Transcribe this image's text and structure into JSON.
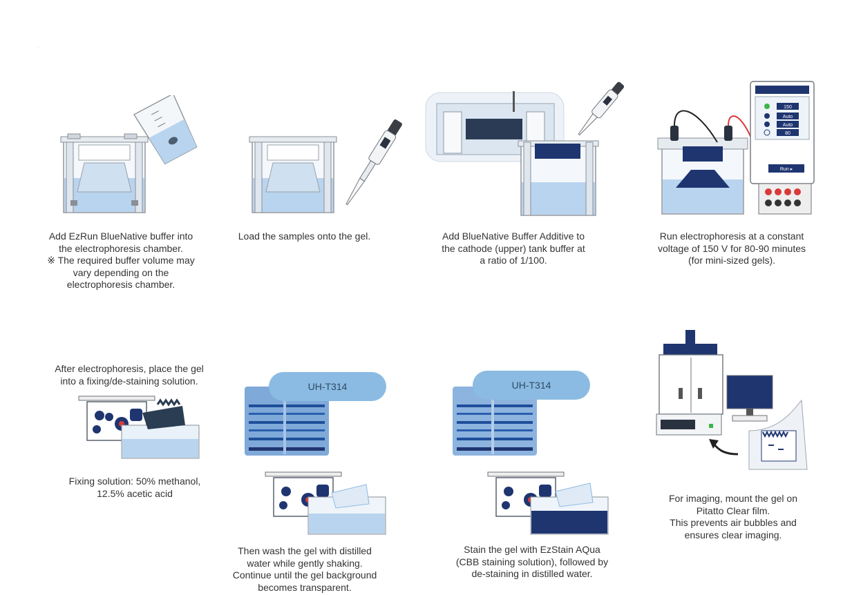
{
  "colors": {
    "buffer_light": "#b9d4ee",
    "buffer_mid": "#9cc1e6",
    "navy": "#1f3570",
    "gel_blue": "#2a5fae",
    "badge_bg": "#8bbbe2",
    "frame_gray": "#8a8f96",
    "red_wire": "#d83a3a"
  },
  "steps": [
    {
      "id": "s1",
      "caption": "Add EzRun BlueNative buffer into\nthe electrophoresis chamber.\n※ The required buffer volume may\nvary depending on the\nelectrophoresis chamber."
    },
    {
      "id": "s2",
      "caption": "Load the samples onto the gel."
    },
    {
      "id": "s3",
      "caption": "Add BlueNative Buffer Additive to\nthe cathode (upper) tank buffer at\na ratio of 1/100."
    },
    {
      "id": "s4",
      "caption": "Run electrophoresis at a constant\nvoltage of 150 V for 80-90 minutes\n(for mini-sized gels).",
      "display": {
        "v1": "150",
        "v2": "Auto",
        "v3": "Auto",
        "v4": "80",
        "run": "Run ▸"
      }
    },
    {
      "id": "s5",
      "caption_top": "After electrophoresis, place the gel\ninto a fixing/de-staining solution.",
      "caption_bottom": "Fixing solution: 50% methanol,\n12.5% acetic acid"
    },
    {
      "id": "s6",
      "badge": "UH-T314",
      "caption": "Then wash the gel with distilled\nwater while gently shaking.\nContinue until the gel background\nbecomes transparent."
    },
    {
      "id": "s7",
      "badge": "UH-T314",
      "caption": "Stain the gel with EzStain AQua\n(CBB staining solution), followed by\nde-staining in distilled water."
    },
    {
      "id": "s8",
      "caption": "For imaging, mount the gel on\nPitatto Clear film.\nThis prevents air bubbles and\nensures clear imaging."
    }
  ]
}
